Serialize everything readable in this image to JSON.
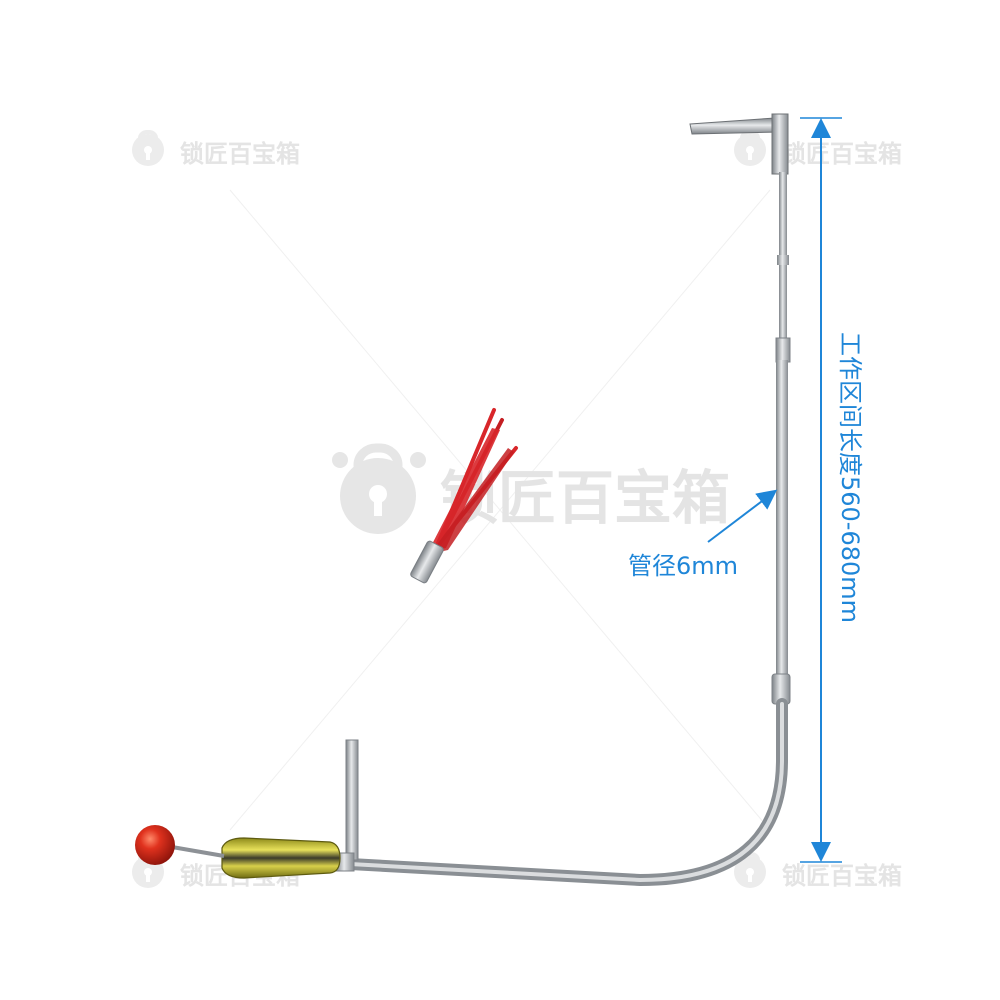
{
  "annotations": {
    "tube_diameter_label": "管径6mm",
    "working_length_label": "工作区间长度560-680mm"
  },
  "watermark": {
    "brand_text": "锁匠百宝箱",
    "icon": "lock-mascot-icon"
  },
  "colors": {
    "annotation_blue": "#1f86d8",
    "tool_metal": "#a9adb2",
    "ball_red": "#d42a1a",
    "handle_yellow": "#c9c12a",
    "tweezer_red": "#d8262a"
  }
}
